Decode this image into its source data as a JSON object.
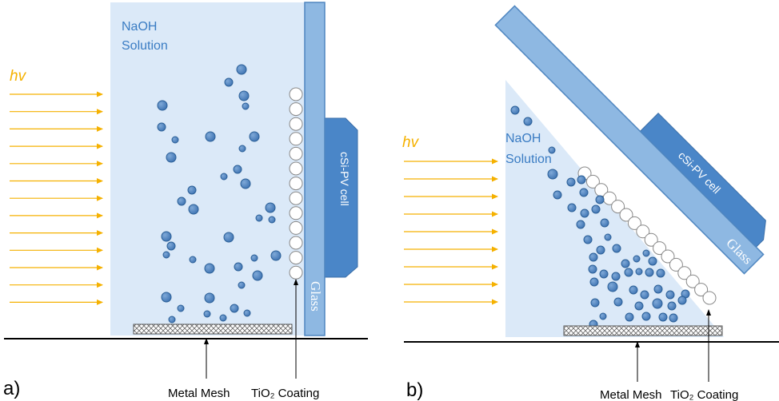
{
  "colors": {
    "solution": "#dbe9f8",
    "glass": "#8eb8e2",
    "glass_edge": "#4f86c0",
    "pv_cell": "#4a86c8",
    "bubble": "#4a7fbd",
    "bubble_edge": "#2b5f97",
    "tio2": "#ffffff",
    "light": "#f5b100",
    "label_blue": "#3a7cc3",
    "line": "#000000"
  },
  "panel_a": {
    "label": "a)",
    "light": "hv",
    "solution_line1": "NaOH",
    "solution_line2": "Solution",
    "pv_cell": "cSi-PV cell",
    "glass": "Glass",
    "mesh": "Metal Mesh",
    "coating": "TiO₂ Coating"
  },
  "panel_b": {
    "label": "b)",
    "light": "hv",
    "solution_line1": "NaOH",
    "solution_line2": "Solution",
    "pv_cell": "cSi-PV cell",
    "glass": "Glass",
    "mesh": "Metal Mesh",
    "coating": "TiO₂ Coating"
  }
}
